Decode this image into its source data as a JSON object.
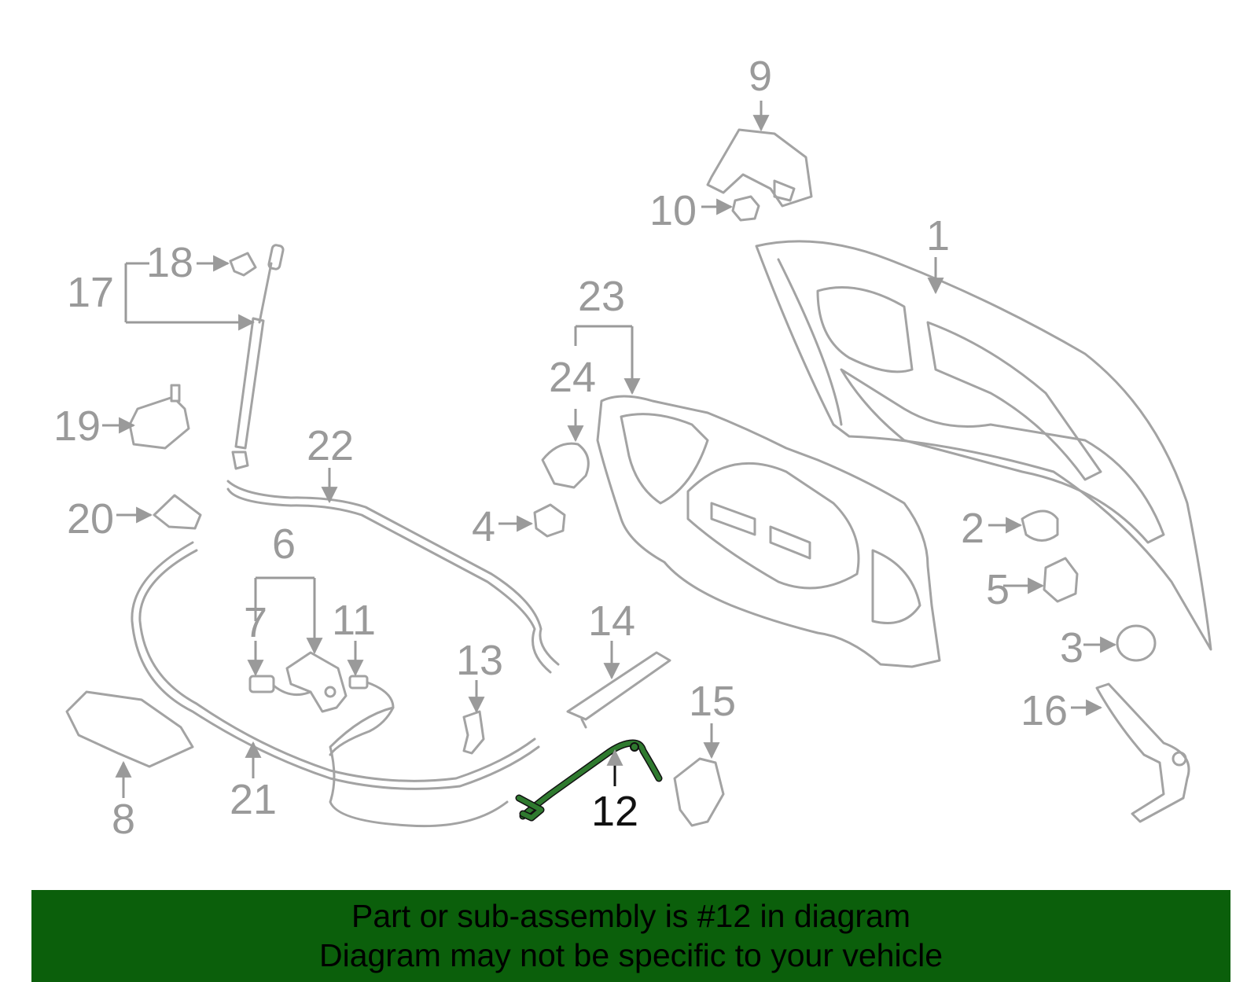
{
  "callouts": {
    "c1": "1",
    "c2": "2",
    "c3": "3",
    "c4": "4",
    "c5": "5",
    "c6": "6",
    "c7": "7",
    "c8": "8",
    "c9": "9",
    "c10": "10",
    "c11": "11",
    "c12": "12",
    "c13": "13",
    "c14": "14",
    "c15": "15",
    "c16": "16",
    "c17": "17",
    "c18": "18",
    "c19": "19",
    "c20": "20",
    "c21": "21",
    "c22": "22",
    "c23": "23",
    "c24": "24"
  },
  "highlighted_part": "12",
  "colors": {
    "line_art": "#a3a3a3",
    "highlight": "#2f7a2f",
    "banner": "#0b5f0b"
  },
  "banner": {
    "line1": "Part or sub-assembly is #12 in diagram",
    "line2": "Diagram may not be specific to your vehicle"
  }
}
